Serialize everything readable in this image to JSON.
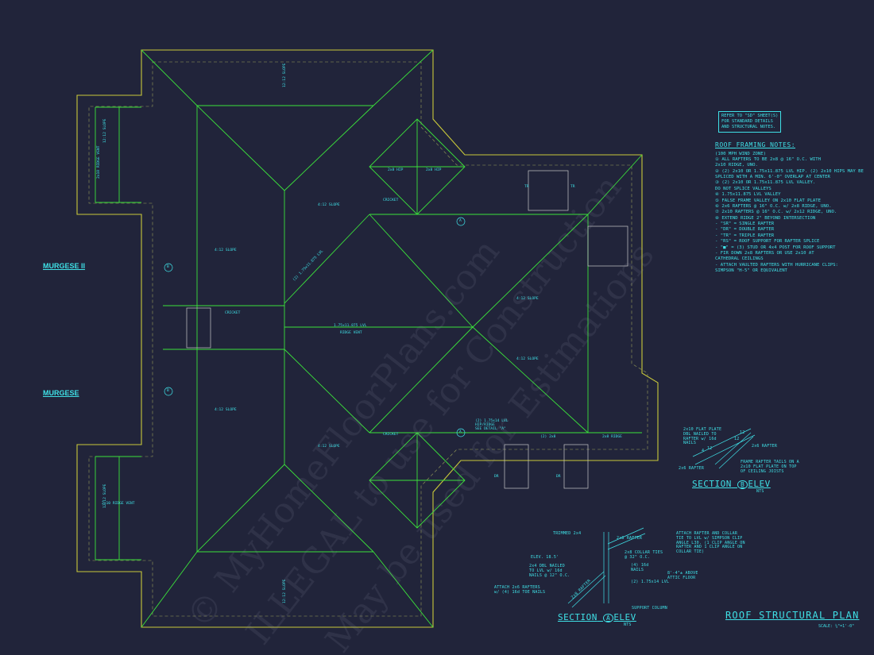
{
  "drawing": {
    "title": "ROOF STRUCTURAL PLAN",
    "scale": "SCALE: ¼\"=1'-0\"",
    "colors": {
      "background": "#21243a",
      "outline": "#c9c93a",
      "framing": "#3be23b",
      "text": "#3fe0e6"
    }
  },
  "labels": {
    "murgese_ii": "MURGESE II",
    "murgese": "MURGESE"
  },
  "reference_note": [
    "REFER TO \"SD\" SHEET(S)",
    "FOR STANDARD DETAILS",
    "AND STRUCTURAL NOTES."
  ],
  "notes": {
    "title": "ROOF FRAMING NOTES:",
    "lines": [
      "(100 MPH WIND ZONE)",
      "① ALL RAFTERS TO BE 2x8 @ 16\" O.C. WITH",
      "   2x10 RIDGE, UNO.",
      "② (2) 2x10 OR 1.75x11.875 LVL HIP. (2) 2x10 HIPS MAY BE",
      "   SPLICED WITH A MIN. 6'-0\" OVERLAP AT CENTER",
      "③ (2) 2x10 OR 1.75x11.875 LVL VALLEY.",
      "   DO NOT SPLICE VALLEYS",
      "④ 1.75x11.875 LVL VALLEY",
      "⑤ FALSE FRAME VALLEY ON 2x10 FLAT PLATE",
      "⑥ 2x6 RAFTERS @ 16\" O.C. w/ 2x8 RIDGE, UNO.",
      "⑦ 2x10 RAFTERS @ 16\" O.C. w/ 2x12 RIDGE, UNO.",
      "⑧ EXTEND RIDGE 2\" BEYOND INTERSECTION",
      "- \"SR\" = SINGLE RAFTER",
      "- \"DR\" = DOUBLE RAFTER",
      "- \"TR\" = TRIPLE RAFTER",
      "- \"RS\" = ROOF SUPPORT FOR RAFTER SPLICE",
      "- \"■\" = (3) STUD OR 4x4 POST FOR ROOF SUPPORT",
      "- FIR DOWN 2x8 RAFTERS OR USE 2x10 AT",
      "   CATHEDRAL CEILINGS",
      "- ATTACH VAULTED RAFTERS WITH HURRICANE CLIPS:",
      "   SIMPSON \"H-5\" OR EQUIVALENT"
    ]
  },
  "section_b": {
    "title": "SECTION",
    "marker": "B",
    "suffix": "ELEV",
    "nts": "NTS",
    "callouts": [
      "2x10 FLAT PLATE",
      "DBL NAILED TO",
      "RAFTER w/ 16d",
      "NAILS",
      "2x6 RAFTER",
      "2x6 RAFTER",
      "FRAME RAFTER TAILS ON A",
      "2x10 FLAT PLATE ON TOP",
      "OF CEILING JOISTS",
      "12",
      "12",
      "4",
      "12"
    ]
  },
  "section_a": {
    "title": "SECTION",
    "marker": "A",
    "suffix": "ELEV",
    "nts": "NTS",
    "callouts": {
      "trimmed": "TRIMMED 2x4",
      "elev": "ELEV. 18.5'",
      "dbl": [
        "2x4 DBL NAILED",
        "TO LVL w/ 16d",
        "NAILS @ 12\" O.C."
      ],
      "toe": [
        "ATTACH 2x6 RAFTERS",
        "w/ (4) 16d TOE NAILS"
      ],
      "rafter_top": "2x8 RAFTER",
      "rafter_bottom": "2x8 RAFTER",
      "collar": [
        "2x8 COLLAR TIES",
        "@ 32\" O.C."
      ],
      "nails": [
        "(4) 16d",
        "NAILS"
      ],
      "lvl": "(2) 1.75x14 LVL",
      "above": [
        "8'-4\"± ABOVE",
        "ATTIC FLOOR"
      ],
      "column": "SUPPORT COLUMN",
      "attach": [
        "ATTACH RAFTER AND COLLAR",
        "TIE TO LVL w/ SIMPSON CLIP",
        "ANGLE L30. (1 CLIP ANGLE ON",
        "RAFTER AND 1 CLIP ANGLE ON",
        "COLLAR TIE)"
      ]
    }
  },
  "plan_text": {
    "slope_1212": "12:12 SLOPE",
    "slope_412": "4:12 SLOPE",
    "ridge_vent": "2x10 RIDGE VENT",
    "lvl_ridge": "1.75x11.875 LVL",
    "ridge_vent_lbl": "RIDGE VENT",
    "lvl_hip": "(2) 1.75x11.875 LVL",
    "lvl_detail": [
      "(2) 1.75x14 LVL",
      "HIP/RIDGE",
      "SEE DETAIL \"A\""
    ],
    "cricket": "CRICKET",
    "hip": "2x8 HIP",
    "two_2x8": "(2) 2x8",
    "dr": "DR",
    "tr": "TR",
    "ridge": "2x8 RIDGE",
    "marker_a": "A",
    "marker_b": "B"
  },
  "watermark": [
    "© MyHomeFloorPlans.com",
    "ILLEGAL to use for Construction",
    "May be used for Estimations"
  ]
}
